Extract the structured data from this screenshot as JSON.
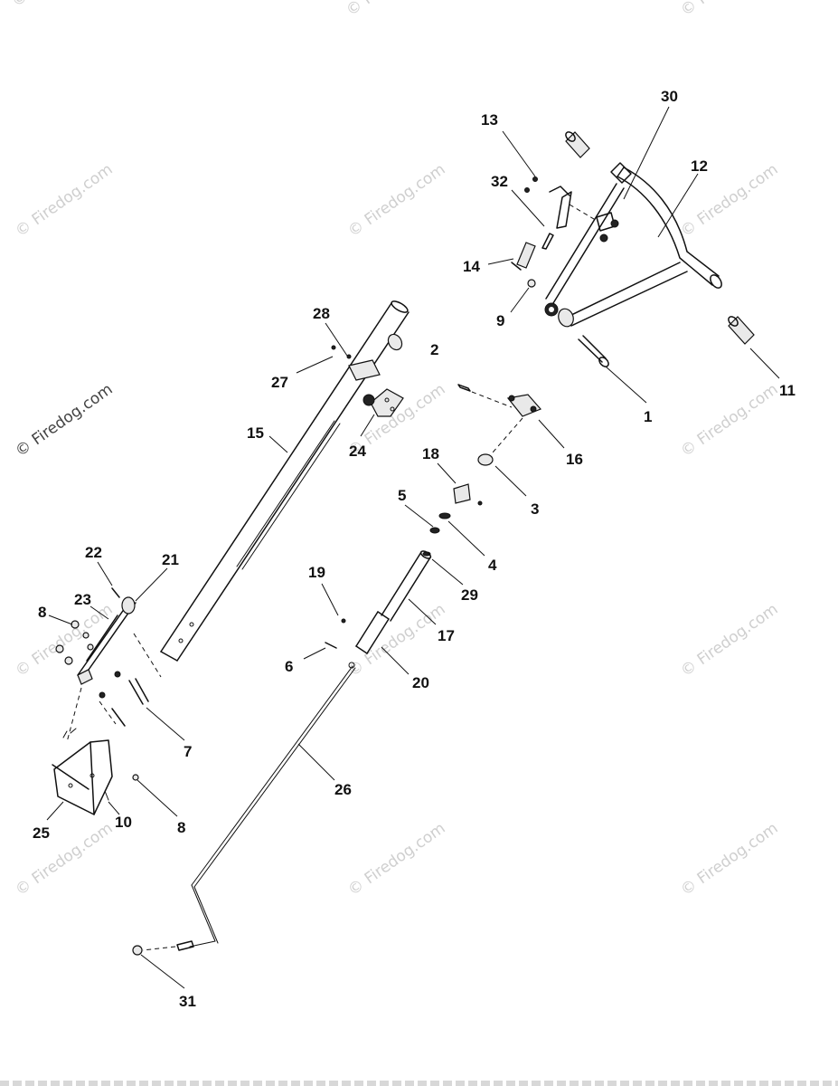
{
  "watermark": "© Firedog.com",
  "diagram": {
    "callouts": [
      {
        "id": "c1",
        "text": "1"
      },
      {
        "id": "c2",
        "text": "2"
      },
      {
        "id": "c3",
        "text": "3"
      },
      {
        "id": "c4",
        "text": "4"
      },
      {
        "id": "c5",
        "text": "5"
      },
      {
        "id": "c6",
        "text": "6"
      },
      {
        "id": "c7",
        "text": "7"
      },
      {
        "id": "c8a",
        "text": "8"
      },
      {
        "id": "c8b",
        "text": "8"
      },
      {
        "id": "c9",
        "text": "9"
      },
      {
        "id": "c10",
        "text": "10"
      },
      {
        "id": "c11",
        "text": "11"
      },
      {
        "id": "c12",
        "text": "12"
      },
      {
        "id": "c13",
        "text": "13"
      },
      {
        "id": "c14",
        "text": "14"
      },
      {
        "id": "c15",
        "text": "15"
      },
      {
        "id": "c16",
        "text": "16"
      },
      {
        "id": "c17",
        "text": "17"
      },
      {
        "id": "c18",
        "text": "18"
      },
      {
        "id": "c19",
        "text": "19"
      },
      {
        "id": "c20",
        "text": "20"
      },
      {
        "id": "c21",
        "text": "21"
      },
      {
        "id": "c22",
        "text": "22"
      },
      {
        "id": "c23",
        "text": "23"
      },
      {
        "id": "c24",
        "text": "24"
      },
      {
        "id": "c25",
        "text": "25"
      },
      {
        "id": "c26",
        "text": "26"
      },
      {
        "id": "c27",
        "text": "27"
      },
      {
        "id": "c28",
        "text": "28"
      },
      {
        "id": "c29",
        "text": "29"
      },
      {
        "id": "c30",
        "text": "30"
      },
      {
        "id": "c31",
        "text": "31"
      },
      {
        "id": "c32",
        "text": "32"
      }
    ]
  }
}
